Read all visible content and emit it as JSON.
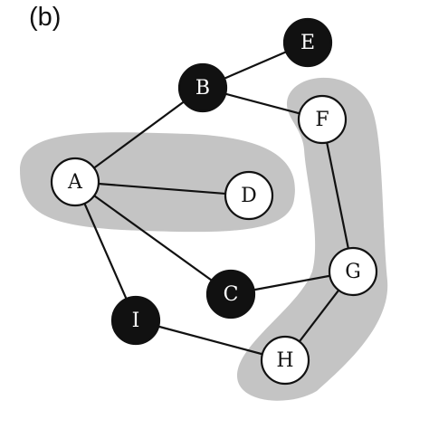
{
  "panel_label": "(b)",
  "colors": {
    "highlight_fill": "#c4c4c4",
    "edge": "#111111",
    "filled_node": "#111111",
    "open_node": "#ffffff"
  },
  "groups": [
    {
      "id": "group-left",
      "members": [
        "A",
        "D"
      ]
    },
    {
      "id": "group-right",
      "members": [
        "F",
        "G",
        "H"
      ]
    }
  ],
  "nodes": [
    {
      "id": "A",
      "label": "A",
      "style": "open"
    },
    {
      "id": "B",
      "label": "B",
      "style": "filled"
    },
    {
      "id": "C",
      "label": "C",
      "style": "filled"
    },
    {
      "id": "D",
      "label": "D",
      "style": "open"
    },
    {
      "id": "E",
      "label": "E",
      "style": "filled"
    },
    {
      "id": "F",
      "label": "F",
      "style": "open"
    },
    {
      "id": "G",
      "label": "G",
      "style": "open"
    },
    {
      "id": "H",
      "label": "H",
      "style": "open"
    },
    {
      "id": "I",
      "label": "I",
      "style": "filled"
    }
  ],
  "edges": [
    [
      "A",
      "B"
    ],
    [
      "B",
      "E"
    ],
    [
      "B",
      "F"
    ],
    [
      "A",
      "D"
    ],
    [
      "A",
      "C"
    ],
    [
      "A",
      "I"
    ],
    [
      "F",
      "G"
    ],
    [
      "G",
      "C"
    ],
    [
      "G",
      "H"
    ],
    [
      "I",
      "H"
    ]
  ]
}
